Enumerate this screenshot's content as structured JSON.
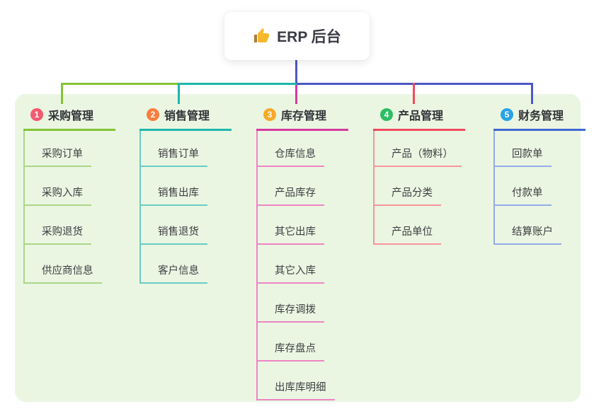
{
  "root": {
    "label": "ERP 后台",
    "icon": "thumbs-up-icon",
    "icon_color": "#f6b92d"
  },
  "palette": {
    "panel_background": "#eaf6e2",
    "root_connector": "#4b59c6",
    "bus_segments": [
      "#84c436",
      "#1fb7ac",
      "#4b59c6"
    ],
    "text": "#36363c"
  },
  "branches": [
    {
      "badge": "1",
      "title": "采购管理",
      "line_color": "#84c436",
      "child_line_color": "#abd687",
      "badge_color": "#f25a70",
      "children": [
        "采购订单",
        "采购入库",
        "采购退货",
        "供应商信息"
      ]
    },
    {
      "badge": "2",
      "title": "销售管理",
      "line_color": "#1fb7ac",
      "child_line_color": "#6accc4",
      "badge_color": "#f97c3f",
      "children": [
        "销售订单",
        "销售出库",
        "销售退货",
        "客户信息"
      ]
    },
    {
      "badge": "3",
      "title": "库存管理",
      "line_color": "#d63a9e",
      "child_line_color": "#ef84c4",
      "badge_color": "#f7a928",
      "children": [
        "仓库信息",
        "产品库存",
        "其它出库",
        "其它入库",
        "库存调拨",
        "库存盘点",
        "出库库明细"
      ]
    },
    {
      "badge": "4",
      "title": "产品管理",
      "line_color": "#f2495e",
      "child_line_color": "#f9959b",
      "badge_color": "#2dbd64",
      "children": [
        "产品（物料）",
        "产品分类",
        "产品单位"
      ]
    },
    {
      "badge": "5",
      "title": "财务管理",
      "line_color": "#3f68d4",
      "child_line_color": "#93abe9",
      "badge_color": "#29a3e6",
      "children": [
        "回款单",
        "付款单",
        "结算账户"
      ]
    }
  ]
}
